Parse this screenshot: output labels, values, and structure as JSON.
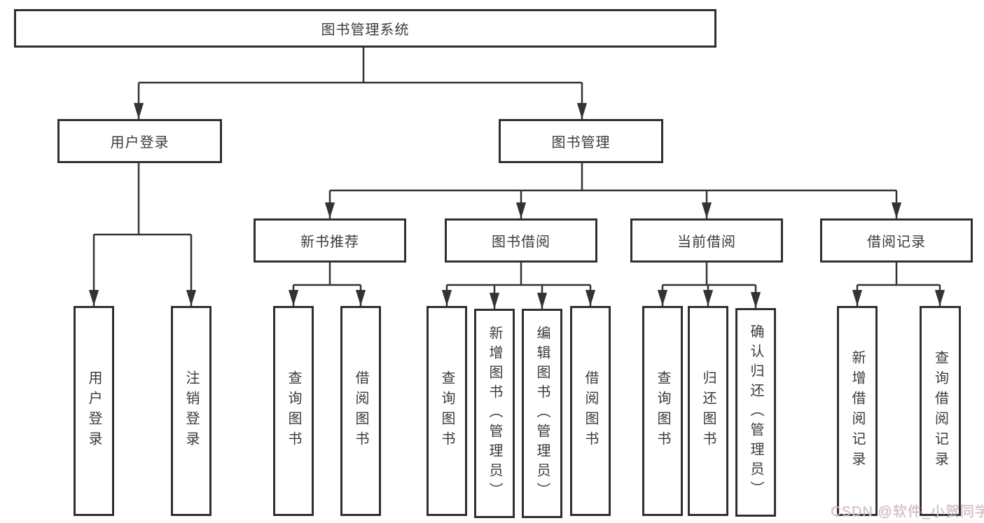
{
  "diagram": {
    "root": {
      "label": "图书管理系统"
    },
    "branches": [
      {
        "label": "用户登录",
        "children": [
          {
            "label": "用户登录"
          },
          {
            "label": "注销登录"
          }
        ]
      },
      {
        "label": "图书管理",
        "children": [
          {
            "label": "新书推荐",
            "children": [
              {
                "label": "查询图书"
              },
              {
                "label": "借阅图书"
              }
            ]
          },
          {
            "label": "图书借阅",
            "children": [
              {
                "label": "查询图书"
              },
              {
                "label": "新增图书（管理员）"
              },
              {
                "label": "编辑图书（管理员）"
              },
              {
                "label": "借阅图书"
              }
            ]
          },
          {
            "label": "当前借阅",
            "children": [
              {
                "label": "查询图书"
              },
              {
                "label": "归还图书"
              },
              {
                "label": "确认归还（管理员）"
              }
            ]
          },
          {
            "label": "借阅记录",
            "children": [
              {
                "label": "新增借阅记录"
              },
              {
                "label": "查询借阅记录"
              }
            ]
          }
        ]
      }
    ]
  },
  "watermark": {
    "text": "CSDN @软件_小贺同学"
  },
  "colors": {
    "line": "#333333",
    "box_border": "#2f2f2f",
    "text": "#3b3b3b",
    "watermark": "#cbc3c3",
    "background": "#ffffff"
  }
}
